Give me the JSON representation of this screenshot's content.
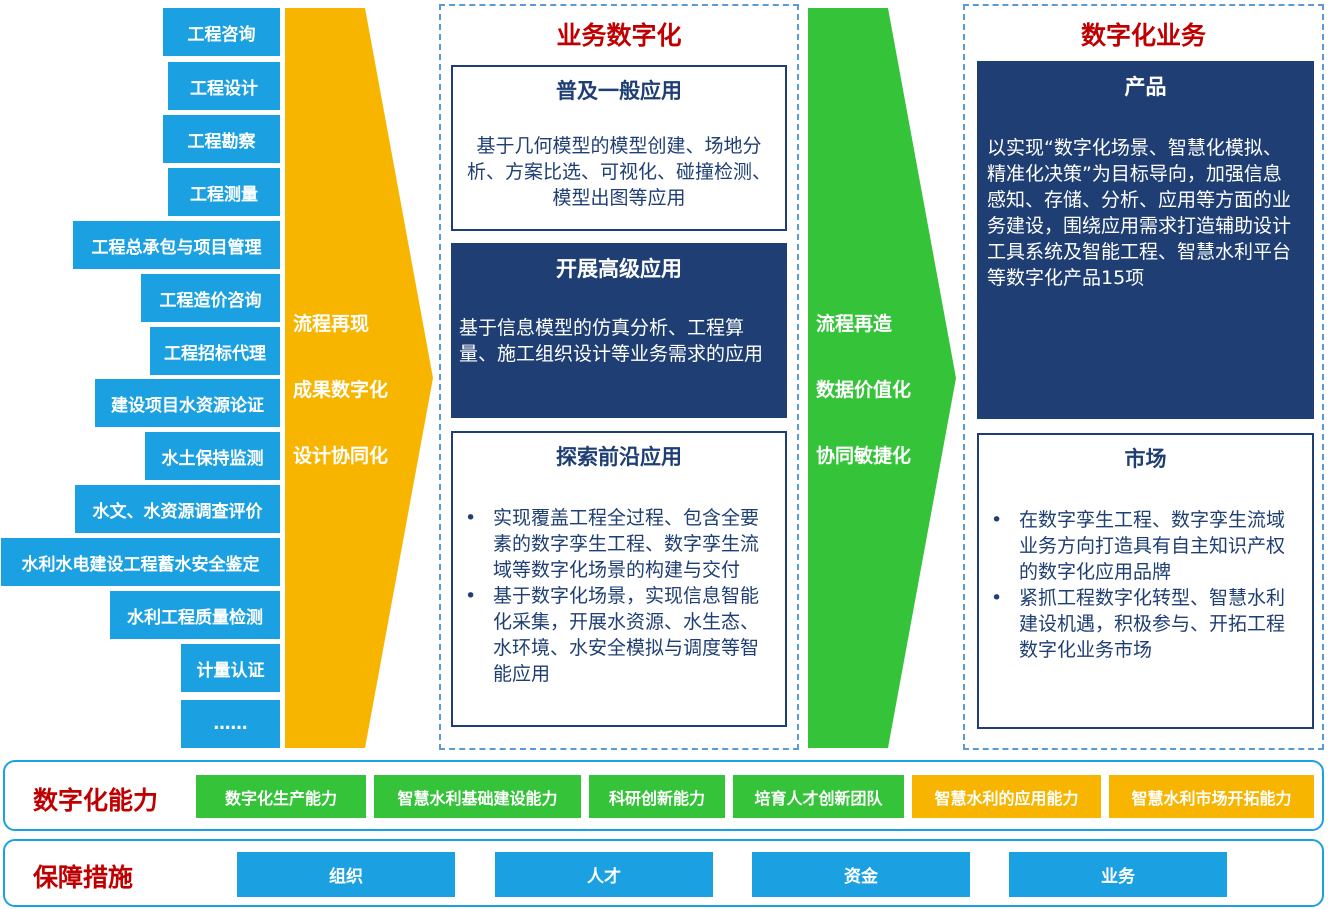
{
  "services": [
    "工程咨询",
    "工程设计",
    "工程勘察",
    "工程测量",
    "工程总承包与项目管理",
    "工程造价咨询",
    "工程招标代理",
    "建设项目水资源论证",
    "水土保持监测",
    "水文、水资源调查评价",
    "水利水电建设工程蓄水安全鉴定",
    "水利工程质量检测",
    "计量认证",
    "……"
  ],
  "arrow1": {
    "lines": [
      "流程再现",
      "成果数字化",
      "设计协同化"
    ],
    "color": "#f7b500"
  },
  "arrow2": {
    "lines": [
      "流程再造",
      "数据价值化",
      "协同敏捷化"
    ],
    "color": "#34c339"
  },
  "business_digitalization": {
    "title": "业务数字化",
    "boxes": [
      {
        "title": "普及一般应用",
        "text": "基于几何模型的模型创建、场地分析、方案比选、可视化、碰撞检测、模型出图等应用"
      },
      {
        "title": "开展高级应用",
        "text": "基于信息模型的仿真分析、工程算量、施工组织设计等业务需求的应用"
      },
      {
        "title": "探索前沿应用",
        "bullets": [
          "实现覆盖工程全过程、包含全要素的数字孪生工程、数字孪生流域等数字化场景的构建与交付",
          "基于数字化场景，实现信息智能化采集，开展水资源、水生态、水环境、水安全模拟与调度等智能应用"
        ]
      }
    ]
  },
  "digital_business": {
    "title": "数字化业务",
    "product": {
      "title": "产品",
      "text": "以实现“数字化场景、智慧化模拟、精准化决策”为目标导向，加强信息感知、存储、分析、应用等方面的业务建设，围绕应用需求打造辅助设计工具系统及智能工程、智慧水利平台等数字化产品15项"
    },
    "market": {
      "title": "市场",
      "bullets": [
        "在数字孪生工程、数字孪生流域业务方向打造具有自主知识产权的数字化应用品牌",
        "紧抓工程数字化转型、智慧水利建设机遇，积极参与、开拓工程数字化业务市场"
      ]
    }
  },
  "capabilities": {
    "label": "数字化能力",
    "items": [
      {
        "text": "数字化生产能力",
        "color": "green"
      },
      {
        "text": "智慧水利基础建设能力",
        "color": "green"
      },
      {
        "text": "科研创新能力",
        "color": "green"
      },
      {
        "text": "培育人才创新团队",
        "color": "green"
      },
      {
        "text": "智慧水利的应用能力",
        "color": "yellow"
      },
      {
        "text": "智慧水利市场开拓能力",
        "color": "yellow"
      }
    ]
  },
  "safeguards": {
    "label": "保障措施",
    "items": [
      "组织",
      "人才",
      "资金",
      "业务"
    ]
  },
  "colors": {
    "accent_blue": "#1ba1e2",
    "navy": "#1f3f74",
    "red": "#c00000",
    "green": "#34c339",
    "yellow": "#f7b500"
  }
}
